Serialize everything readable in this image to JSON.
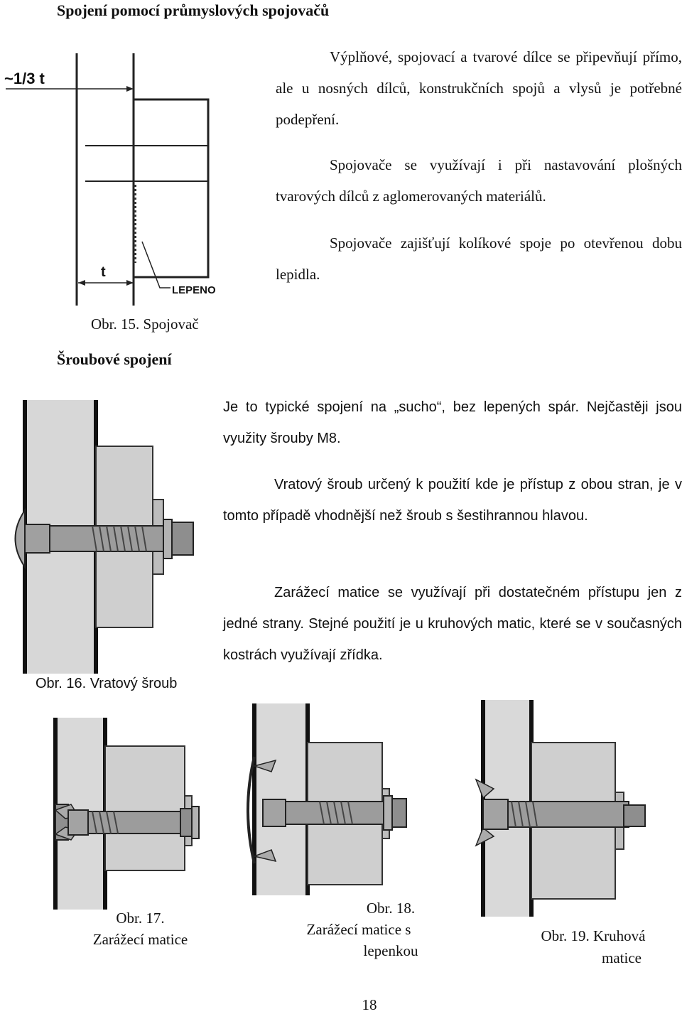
{
  "section_title": "Spojení pomocí průmyslových spojovačů",
  "intro_paragraphs": [
    "Výplňové, spojovací a tvarové dílce se připevňují přímo, ale u nosných dílců, konstrukčních spojů a vlysů je potřebné podepření.",
    "Spojovače se využívají i při nastavování plošných tvarových dílců z aglomerovaných materiálů.",
    "Spojovače zajišťují kolíkové spoje po otevřenou dobu lepidla."
  ],
  "figure15": {
    "caption": "Obr. 15. Spojovač",
    "label_third": "~1/3 t",
    "label_t": "t",
    "label_glued": "LEPENO"
  },
  "subsection_title": "Šroubové spojení",
  "screw_paragraphs": [
    "Je to typické spojení na „sucho“, bez lepených spár. Nejčastěji jsou využity šrouby M8.",
    "Vratový šroub určený k použití kde je přístup z obou stran, je v tomto případě vhodnější než šroub s šestihrannou hlavou.",
    "Zarážecí matice se využívají při dostatečném přístupu jen z jedné strany. Stejné použití je u kruhových matic, které se v současných kostrách využívají zřídka."
  ],
  "figure16": {
    "caption": "Obr. 16. Vratový šroub"
  },
  "figure17": {
    "caption_line1": "Obr. 17.",
    "caption_line2": "Zarážecí matice"
  },
  "figure18": {
    "caption_line1": "Obr. 18.",
    "caption_line2": "Zarážecí matice s",
    "caption_line3": "lepenkou"
  },
  "figure19": {
    "caption_line1": "Obr. 19. Kruhová",
    "caption_line2": "matice"
  },
  "page_number": "18"
}
